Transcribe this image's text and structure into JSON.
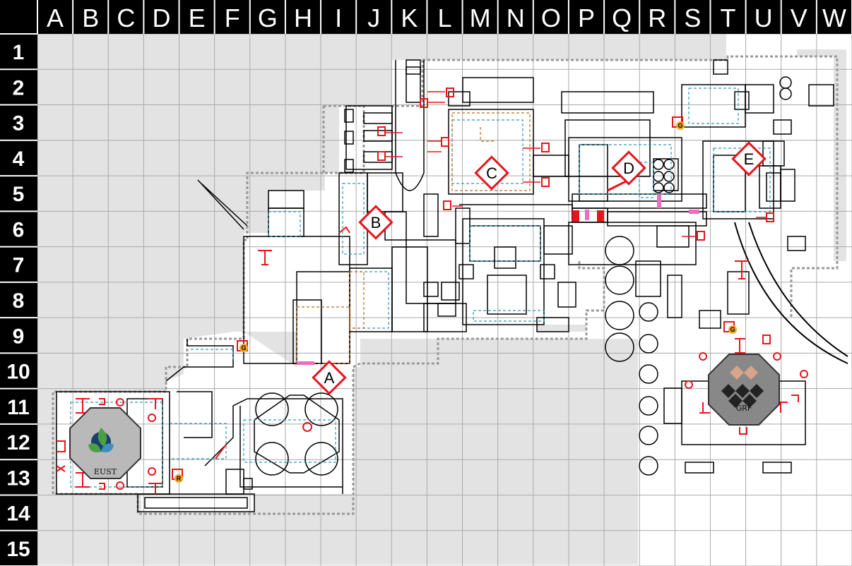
{
  "map": {
    "columns": [
      "A",
      "B",
      "C",
      "D",
      "E",
      "F",
      "G",
      "H",
      "I",
      "J",
      "K",
      "L",
      "M",
      "N",
      "O",
      "P",
      "Q",
      "R",
      "S",
      "T",
      "U",
      "V",
      "W"
    ],
    "rows": [
      "1",
      "2",
      "3",
      "4",
      "5",
      "6",
      "7",
      "8",
      "9",
      "10",
      "11",
      "12",
      "13",
      "14",
      "15"
    ],
    "zones": [
      {
        "id": "zone-a",
        "label": "A"
      },
      {
        "id": "zone-b",
        "label": "B"
      },
      {
        "id": "zone-c",
        "label": "C"
      },
      {
        "id": "zone-d",
        "label": "D"
      },
      {
        "id": "zone-e",
        "label": "E"
      }
    ],
    "emblems": {
      "west": {
        "label": "EUST"
      },
      "east": {
        "label": "GRF"
      }
    },
    "markers": {
      "g_marker": "G",
      "r_marker": "R"
    },
    "colors": {
      "header_bg": "#000000",
      "outside_gray": "#e3e3e3",
      "grid_line": "#aaaaaa",
      "wall": "#000000",
      "spawn_red": "#e8141b",
      "dashed_border": "#999999",
      "cyan_dash": "#2b9bb4",
      "orange_dash": "#b86a1b",
      "pink": "#f06cbd",
      "g_marker_yellow": "#f5a623"
    }
  }
}
